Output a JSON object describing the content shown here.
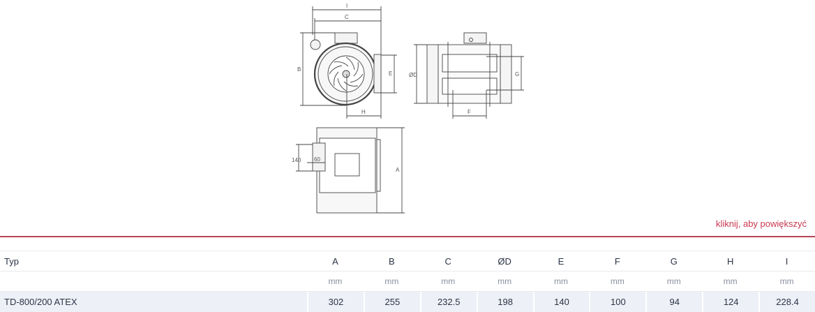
{
  "drawing": {
    "labels": {
      "I": "I",
      "C": "C",
      "B": "B",
      "E": "E",
      "H": "H",
      "D": "ØD",
      "G": "G",
      "F": "F",
      "A": "A",
      "d140": "140",
      "d60": "60"
    }
  },
  "enlarge_link": "kliknij, aby powiększyć",
  "table": {
    "type_header": "Typ",
    "columns": [
      "A",
      "B",
      "C",
      "ØD",
      "E",
      "F",
      "G",
      "H",
      "I"
    ],
    "units": [
      "mm",
      "mm",
      "mm",
      "mm",
      "mm",
      "mm",
      "mm",
      "mm",
      "mm"
    ],
    "rows": [
      {
        "type": "TD-800/200 ATEX",
        "values": [
          "302",
          "255",
          "232.5",
          "198",
          "140",
          "100",
          "94",
          "124",
          "228.4"
        ]
      }
    ]
  }
}
